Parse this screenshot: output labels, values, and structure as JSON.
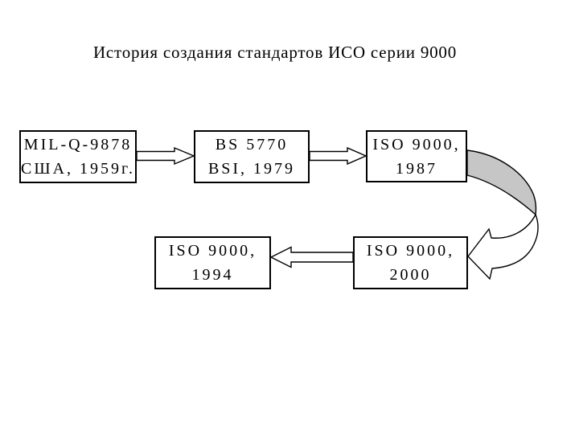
{
  "title": "История создания стандартов ИСО серии 9000",
  "boxes": [
    {
      "id": "mil-q-9878",
      "line1": "MIL-Q-9878",
      "line2": "США, 1959г."
    },
    {
      "id": "bs-5770",
      "line1": "BS 5770",
      "line2": "BSI, 1979"
    },
    {
      "id": "iso-9000-1987",
      "line1": "ISO 9000,",
      "line2": "1987"
    },
    {
      "id": "iso-9000-1994",
      "line1": "ISO 9000,",
      "line2": "1994"
    },
    {
      "id": "iso-9000-2000",
      "line1": "ISO 9000,",
      "line2": "2000"
    }
  ],
  "connections": [
    {
      "from": "MIL-Q-9878 США, 1959г.",
      "to": "BS 5770 BSI, 1979",
      "style": "straight-block-arrow-right"
    },
    {
      "from": "BS 5770 BSI, 1979",
      "to": "ISO 9000, 1987",
      "style": "straight-block-arrow-right"
    },
    {
      "from": "ISO 9000, 1987",
      "to": "ISO 9000, 2000",
      "style": "curved-block-arrow"
    },
    {
      "from": "ISO 9000, 2000",
      "to": "ISO 9000, 1994",
      "style": "straight-block-arrow-left"
    }
  ],
  "colors": {
    "background": "#ffffff",
    "text": "#000000",
    "box_border": "#000000",
    "box_fill": "#ffffff",
    "arrow_outline": "#000000",
    "arrow_fill": "#ffffff",
    "curved_arrow_band_fill": "#c6c6c6"
  }
}
